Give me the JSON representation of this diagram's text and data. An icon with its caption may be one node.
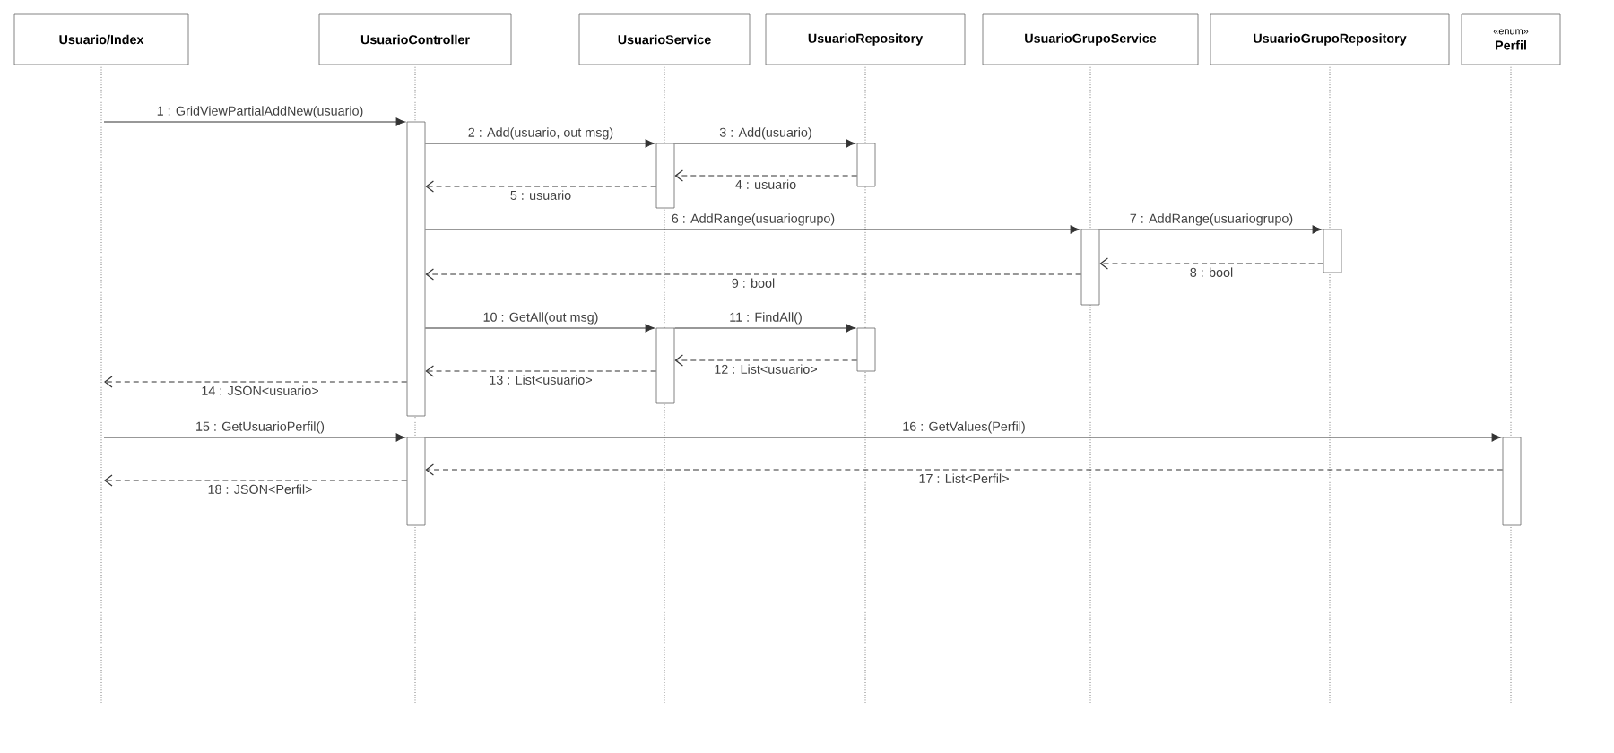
{
  "diagram": {
    "nodes": [
      {
        "text": [
          "Usuario/Index"
        ]
      },
      {
        "text": [
          "UsuarioController"
        ]
      },
      {
        "text": [
          "UsuarioService"
        ]
      },
      {
        "text": [
          "UsuarioRepository"
        ]
      },
      {
        "text": [
          "UsuarioGrupoService"
        ]
      },
      {
        "text": [
          "UsuarioGrupoRepository"
        ]
      },
      {
        "text": [
          "«enum»",
          "Perfil"
        ]
      },
      {
        "text": [],
        "shape": "bar"
      },
      {
        "text": [],
        "shape": "bar"
      },
      {
        "text": [],
        "shape": "bar"
      },
      {
        "text": [],
        "shape": "bar"
      },
      {
        "text": [],
        "shape": "bar"
      },
      {
        "text": [],
        "shape": "bar"
      },
      {
        "text": [],
        "shape": "bar"
      },
      {
        "text": [],
        "shape": "bar"
      },
      {
        "text": [],
        "shape": "bar"
      }
    ],
    "edges": [
      {
        "from": null,
        "to": 7,
        "arrow": "to",
        "label": "1 : GridViewPartialAddNew(usuario)"
      },
      {
        "from": 7,
        "to": 8,
        "arrow": "to",
        "label": "2 : Add(usuario, out msg)"
      },
      {
        "from": 8,
        "to": 9,
        "arrow": "to",
        "label": "3 : Add(usuario)"
      },
      {
        "from": 9,
        "to": 8,
        "arrow": "to",
        "style": "dashed",
        "label": "4 : usuario"
      },
      {
        "from": 8,
        "to": 7,
        "arrow": "to",
        "style": "dashed",
        "label": "5 : usuario"
      },
      {
        "from": 7,
        "to": 10,
        "arrow": "to",
        "label": "6 : AddRange(usuariogrupo)"
      },
      {
        "from": 10,
        "to": 11,
        "arrow": "to",
        "label": "7 : AddRange(usuariogrupo)"
      },
      {
        "from": 11,
        "to": 10,
        "arrow": "to",
        "style": "dashed",
        "label": "8 : bool"
      },
      {
        "from": 10,
        "to": 7,
        "arrow": "to",
        "style": "dashed",
        "label": "9 : bool"
      },
      {
        "from": 7,
        "to": 12,
        "arrow": "to",
        "label": "10 : GetAll(out msg)"
      },
      {
        "from": 12,
        "to": 13,
        "arrow": "to",
        "label": "11 : FindAll()"
      },
      {
        "from": 13,
        "to": 12,
        "arrow": "to",
        "style": "dashed",
        "label": "12 : List<usuario>"
      },
      {
        "from": 12,
        "to": 7,
        "arrow": "to",
        "style": "dashed",
        "label": "13 : List<usuario>"
      },
      {
        "from": 7,
        "to": null,
        "arrow": "to",
        "style": "dashed",
        "label": "14 : JSON<usuario>"
      },
      {
        "from": null,
        "to": 14,
        "arrow": "to",
        "label": "15 : GetUsuarioPerfil()"
      },
      {
        "from": 14,
        "to": 15,
        "arrow": "to",
        "label": "16 : GetValues(Perfil)"
      },
      {
        "from": 15,
        "to": 14,
        "arrow": "to",
        "style": "dashed",
        "label": "17 : List<Perfil>"
      },
      {
        "from": 14,
        "to": null,
        "arrow": "to",
        "style": "dashed",
        "label": "18 : JSON<Perfil>"
      }
    ]
  }
}
